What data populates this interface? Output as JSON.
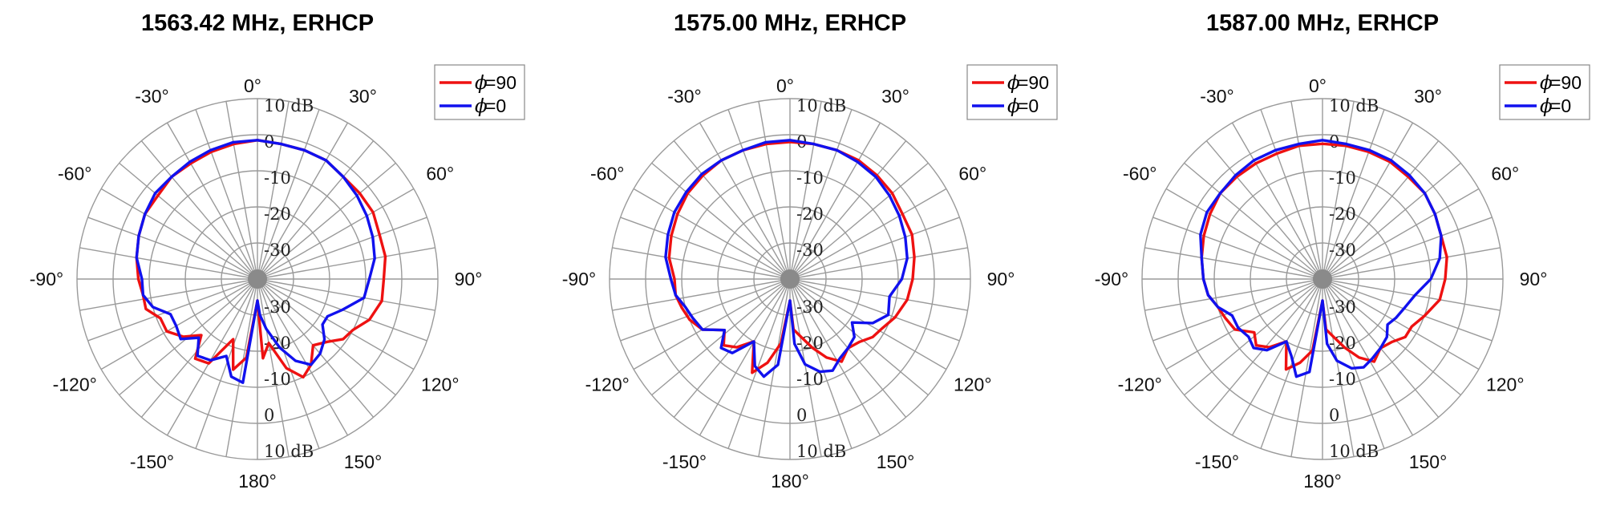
{
  "chart_data": [
    {
      "type": "polar-line",
      "title": "1563.42 MHz, ERHCP",
      "angle_ticks": [
        "0°",
        "30°",
        "60°",
        "90°",
        "120°",
        "150°",
        "180°",
        "-150°",
        "-120°",
        "-90°",
        "-60°",
        "-30°"
      ],
      "r_ticks": [
        "10 dB",
        "0",
        "-10",
        "-20",
        "-30"
      ],
      "r_ticks_lower": [
        "-30",
        "-20",
        "-10",
        "0",
        "10 dB"
      ],
      "rlim": [
        -40,
        10
      ],
      "legend": "top-right",
      "series": [
        {
          "name": "=90",
          "color": "#ee1111",
          "theta": [
            -180,
            -172,
            -165,
            -158,
            -150,
            -142,
            -135,
            -128,
            -120,
            -112,
            -105,
            -98,
            -90,
            -80,
            -70,
            -60,
            -50,
            -40,
            -30,
            -20,
            -10,
            0,
            10,
            20,
            30,
            40,
            50,
            60,
            70,
            80,
            90,
            100,
            110,
            118,
            125,
            132,
            140,
            148,
            155,
            162,
            170,
            176,
            180
          ],
          "r": [
            -34,
            -18,
            -14,
            -22,
            -13,
            -12,
            -18,
            -14,
            -11,
            -11,
            -8,
            -8,
            -7,
            -6,
            -5,
            -4,
            -4,
            -3,
            -3,
            -2.5,
            -2,
            -1.5,
            -2,
            -2,
            -2,
            -3,
            -3,
            -3,
            -4,
            -4,
            -5,
            -5,
            -7,
            -10,
            -11,
            -14,
            -16,
            -12,
            -10,
            -14,
            -22,
            -18,
            -34
          ]
        },
        {
          "name": "=0",
          "color": "#1111ee",
          "theta": [
            -180,
            -172,
            -165,
            -158,
            -150,
            -142,
            -135,
            -128,
            -120,
            -112,
            -105,
            -98,
            -90,
            -80,
            -70,
            -60,
            -50,
            -40,
            -30,
            -20,
            -10,
            0,
            10,
            20,
            30,
            40,
            50,
            60,
            70,
            80,
            90,
            100,
            110,
            118,
            125,
            132,
            140,
            148,
            155,
            162,
            170,
            176,
            180
          ],
          "r": [
            -34,
            -11,
            -12,
            -17,
            -14,
            -13,
            -17,
            -13,
            -14,
            -14,
            -10,
            -8,
            -8,
            -6,
            -5,
            -4,
            -3,
            -3,
            -2.5,
            -2,
            -1.5,
            -1.5,
            -2,
            -2,
            -2,
            -3,
            -4,
            -5,
            -6,
            -7,
            -9,
            -10,
            -15,
            -18,
            -18,
            -15,
            -13,
            -12,
            -15,
            -20,
            -26,
            -30,
            -34
          ]
        }
      ]
    },
    {
      "type": "polar-line",
      "title": "1575.00 MHz, ERHCP",
      "angle_ticks": [
        "0°",
        "30°",
        "60°",
        "90°",
        "120°",
        "150°",
        "180°",
        "-150°",
        "-120°",
        "-90°",
        "-60°",
        "-30°"
      ],
      "r_ticks": [
        "10 dB",
        "0",
        "-10",
        "-20",
        "-30"
      ],
      "r_ticks_lower": [
        "-30",
        "-20",
        "-10",
        "0",
        "10 dB"
      ],
      "rlim": [
        -40,
        10
      ],
      "legend": "top-right",
      "series": [
        {
          "name": "=90",
          "color": "#ee1111",
          "theta": [
            -180,
            -172,
            -165,
            -158,
            -150,
            -142,
            -135,
            -128,
            -120,
            -112,
            -105,
            -98,
            -90,
            -80,
            -70,
            -60,
            -50,
            -40,
            -30,
            -20,
            -10,
            0,
            10,
            20,
            30,
            40,
            50,
            60,
            70,
            80,
            90,
            100,
            110,
            118,
            125,
            132,
            140,
            148,
            155,
            162,
            170,
            176,
            180
          ],
          "r": [
            -34,
            -22,
            -16,
            -12,
            -20,
            -16,
            -14,
            -17,
            -12,
            -10,
            -9,
            -8,
            -8,
            -6,
            -5,
            -4,
            -3,
            -2.5,
            -2,
            -2,
            -2,
            -2,
            -2,
            -2,
            -2,
            -2.5,
            -3,
            -4,
            -4,
            -5,
            -6,
            -7,
            -9,
            -11,
            -12,
            -14,
            -15,
            -13,
            -16,
            -20,
            -24,
            -26,
            -34
          ]
        },
        {
          "name": "=0",
          "color": "#1111ee",
          "theta": [
            -180,
            -172,
            -165,
            -158,
            -150,
            -142,
            -135,
            -128,
            -120,
            -112,
            -105,
            -98,
            -90,
            -80,
            -70,
            -60,
            -50,
            -40,
            -30,
            -20,
            -10,
            0,
            10,
            20,
            30,
            40,
            50,
            60,
            70,
            80,
            90,
            100,
            110,
            118,
            125,
            132,
            140,
            148,
            155,
            162,
            170,
            176,
            180
          ],
          "r": [
            -34,
            -16,
            -12,
            -14,
            -20,
            -14,
            -13,
            -17,
            -12,
            -11,
            -10,
            -8,
            -7,
            -5,
            -4,
            -3,
            -2.5,
            -2,
            -2,
            -2,
            -1.5,
            -1.5,
            -2,
            -2,
            -2.5,
            -3,
            -4,
            -5,
            -6,
            -7,
            -9,
            -12,
            -11,
            -14,
            -19,
            -16,
            -15,
            -14,
            -12,
            -13,
            -16,
            -22,
            -34
          ]
        }
      ]
    },
    {
      "type": "polar-line",
      "title": "1587.00 MHz, ERHCP",
      "angle_ticks": [
        "0°",
        "30°",
        "60°",
        "90°",
        "120°",
        "150°",
        "180°",
        "-150°",
        "-120°",
        "-90°",
        "-60°",
        "-30°"
      ],
      "r_ticks": [
        "10 dB",
        "0",
        "-10",
        "-20",
        "-30"
      ],
      "r_ticks_lower": [
        "-30",
        "-20",
        "-10",
        "0",
        "10 dB"
      ],
      "rlim": [
        -40,
        10
      ],
      "legend": "top-right",
      "series": [
        {
          "name": "=90",
          "color": "#ee1111",
          "theta": [
            -180,
            -172,
            -165,
            -158,
            -150,
            -142,
            -135,
            -128,
            -120,
            -112,
            -105,
            -98,
            -90,
            -80,
            -70,
            -60,
            -50,
            -40,
            -30,
            -20,
            -10,
            0,
            10,
            20,
            30,
            40,
            50,
            60,
            70,
            80,
            90,
            100,
            110,
            118,
            125,
            132,
            140,
            148,
            155,
            162,
            170,
            176,
            180
          ],
          "r": [
            -34,
            -20,
            -16,
            -13,
            -20,
            -16,
            -14,
            -16,
            -12,
            -11,
            -10,
            -8,
            -7,
            -6,
            -5,
            -4,
            -3,
            -3,
            -3,
            -3,
            -2.5,
            -2.5,
            -2.5,
            -2.5,
            -2.5,
            -3,
            -3,
            -4,
            -5,
            -5,
            -6,
            -7,
            -10,
            -12,
            -12,
            -14,
            -15,
            -13,
            -16,
            -20,
            -24,
            -26,
            -34
          ]
        },
        {
          "name": "=0",
          "color": "#1111ee",
          "theta": [
            -180,
            -172,
            -165,
            -158,
            -150,
            -142,
            -135,
            -128,
            -120,
            -112,
            -105,
            -98,
            -90,
            -80,
            -70,
            -60,
            -50,
            -40,
            -30,
            -20,
            -10,
            0,
            10,
            20,
            30,
            40,
            50,
            60,
            70,
            80,
            90,
            100,
            110,
            118,
            125,
            132,
            140,
            148,
            155,
            162,
            170,
            176,
            180
          ],
          "r": [
            -34,
            -14,
            -12,
            -17,
            -20,
            -15,
            -13,
            -14,
            -13,
            -13,
            -10,
            -8,
            -7,
            -6,
            -4,
            -3,
            -3,
            -2.5,
            -2,
            -2,
            -2,
            -1.5,
            -2,
            -2,
            -2,
            -2.5,
            -3,
            -4,
            -5,
            -7,
            -10,
            -14,
            -16,
            -17,
            -18,
            -16,
            -15,
            -14,
            -13,
            -14,
            -17,
            -22,
            -34
          ]
        }
      ]
    }
  ]
}
